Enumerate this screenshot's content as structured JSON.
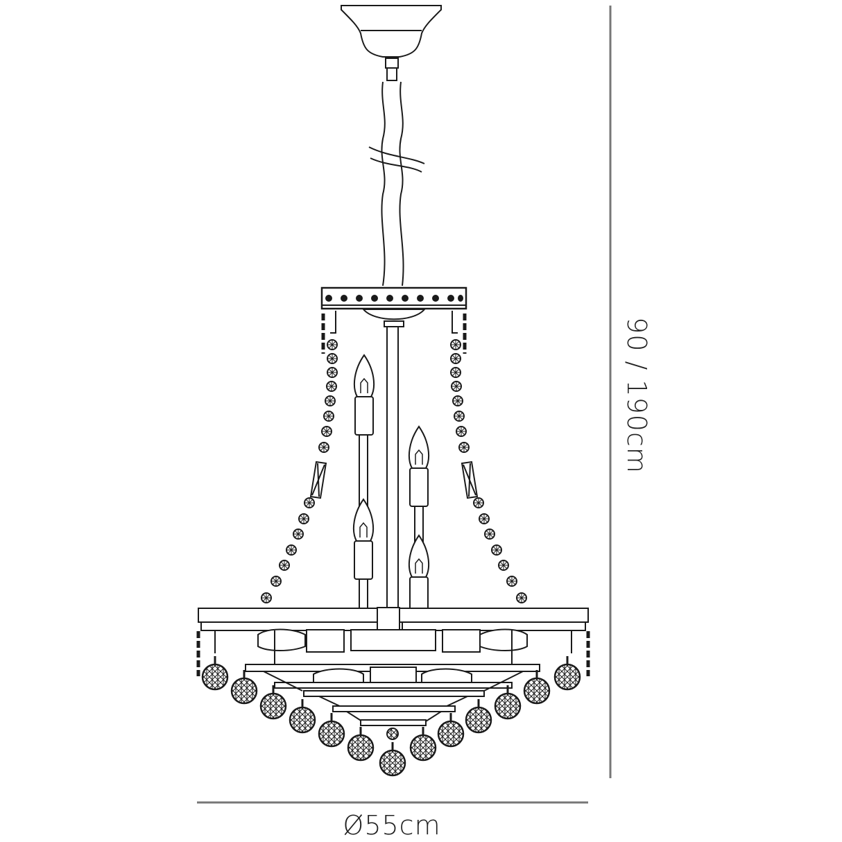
{
  "diagram": {
    "subject": "crystal chandelier technical line drawing",
    "dimensions": {
      "height_label": "90 / 190cm",
      "width_label": "Ø55cm"
    },
    "components": {
      "ceiling_canopy": "canopy",
      "suspension": "rod with cable",
      "top_ring": "decorated crown ring",
      "candle_lights_visible": 4,
      "crystal_chains": 2,
      "crystal_balls_visible": 15
    },
    "colors": {
      "line": "#1a1a1a",
      "dimension_line": "#777777",
      "background": "#ffffff"
    }
  }
}
